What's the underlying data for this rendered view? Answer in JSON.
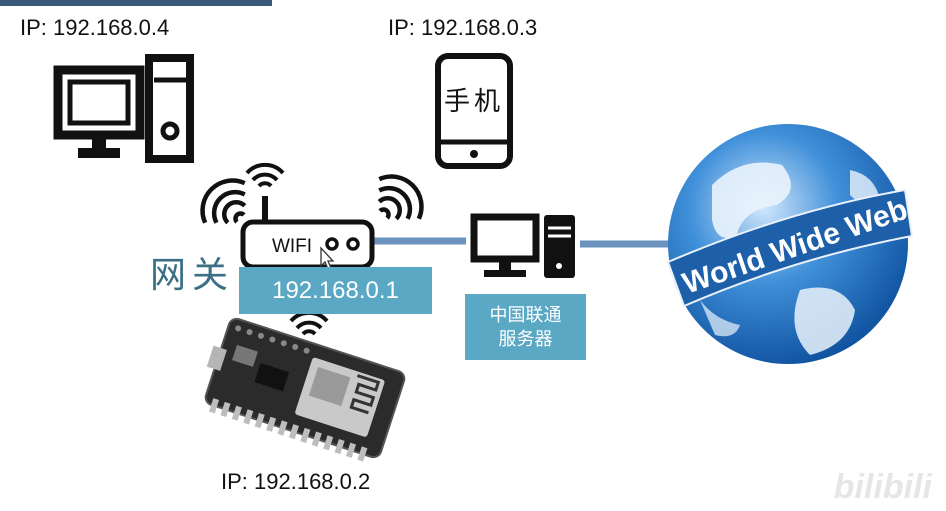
{
  "labels": {
    "pc_ip": "IP: 192.168.0.4",
    "phone_ip": "IP: 192.168.0.3",
    "board_ip": "IP: 192.168.0.2",
    "phone_text": "手机",
    "router_text": "WIFI",
    "gateway": "网关",
    "gateway_ip": "192.168.0.1",
    "isp_line1": "中国联通",
    "isp_line2": "服务器",
    "globe_text": "World Wide Web",
    "watermark": "bilibili"
  },
  "colors": {
    "accent": "#5aa8c4",
    "link": "#6b93be",
    "gateway_text": "#3a6f86",
    "globe_blue": "#1f6fc0"
  },
  "icons": [
    "desktop-computer-icon",
    "smartphone-icon",
    "wifi-router-icon",
    "wifi-signal-icon",
    "server-computer-icon",
    "globe-icon",
    "cursor-icon",
    "esp8266-board-icon"
  ]
}
